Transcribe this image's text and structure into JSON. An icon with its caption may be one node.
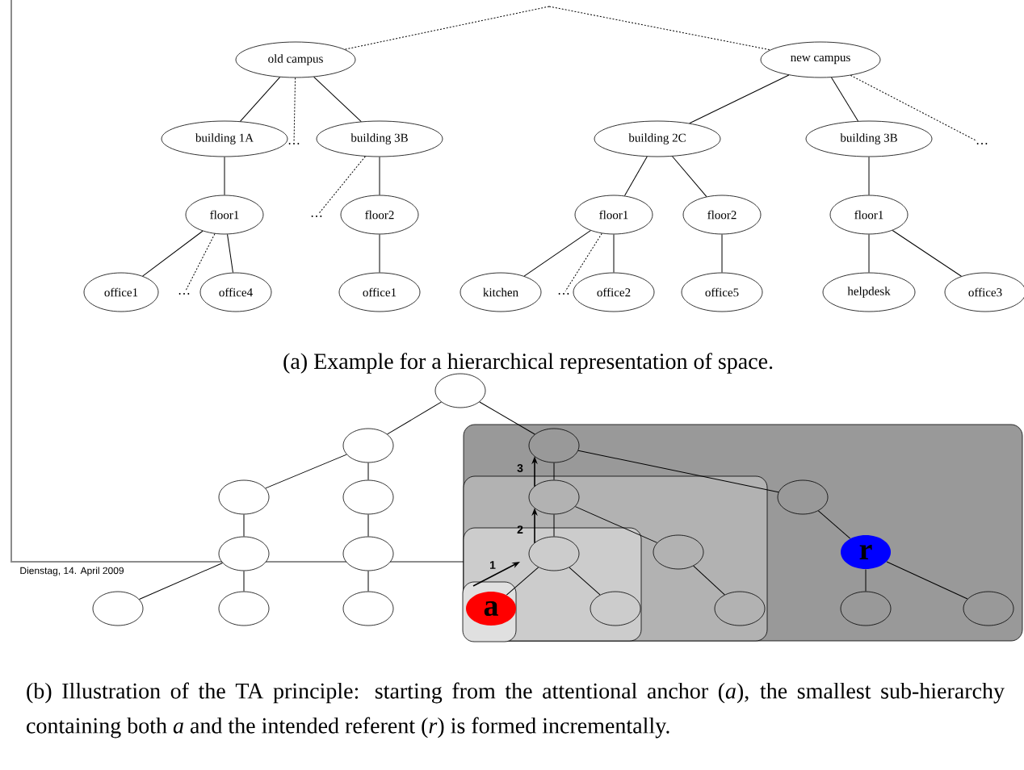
{
  "diagram": {
    "nodes": [
      {
        "text": [
          "old campus"
        ]
      },
      {
        "text": [
          "new campus"
        ]
      },
      {
        "text": [
          "building 1A"
        ]
      },
      {
        "text": [
          "…"
        ]
      },
      {
        "text": [
          "building 3B"
        ]
      },
      {
        "text": [
          "building 2C"
        ]
      },
      {
        "text": [
          "building 3B"
        ]
      },
      {
        "text": [
          "…"
        ]
      },
      {
        "text": [
          "floor1"
        ]
      },
      {
        "text": [
          "…"
        ]
      },
      {
        "text": [
          "floor2"
        ]
      },
      {
        "text": [
          "floor1"
        ]
      },
      {
        "text": [
          "floor2"
        ]
      },
      {
        "text": [
          "floor1"
        ]
      },
      {
        "text": [
          "office1"
        ]
      },
      {
        "text": [
          "…"
        ]
      },
      {
        "text": [
          "office4"
        ]
      },
      {
        "text": [
          "office1"
        ]
      },
      {
        "text": [
          "kitchen"
        ]
      },
      {
        "text": [
          "…"
        ]
      },
      {
        "text": [
          "office2"
        ]
      },
      {
        "text": [
          "office5"
        ]
      },
      {
        "text": [
          "helpdesk"
        ]
      },
      {
        "text": [
          "office3"
        ]
      },
      {
        "text": [],
        "shape": "ellipse"
      },
      {
        "text": [],
        "shape": "ellipse"
      },
      {
        "text": [],
        "shape": "box"
      },
      {
        "text": [],
        "shape": "ellipse",
        "in": 26
      },
      {
        "text": [],
        "shape": "ellipse"
      },
      {
        "text": [],
        "shape": "ellipse"
      },
      {
        "text": [],
        "shape": "box",
        "in": 26
      },
      {
        "text": [],
        "shape": "ellipse",
        "in": 30
      },
      {
        "text": [],
        "shape": "ellipse",
        "in": 26
      },
      {
        "text": [],
        "shape": "ellipse"
      },
      {
        "text": [],
        "shape": "ellipse"
      },
      {
        "text": [],
        "shape": "box",
        "in": 30
      },
      {
        "text": [],
        "shape": "ellipse",
        "in": 35
      },
      {
        "text": [],
        "shape": "ellipse",
        "in": 30
      },
      {
        "text": [
          "r"
        ],
        "in": 26
      },
      {
        "text": [],
        "shape": "ellipse"
      },
      {
        "text": [],
        "shape": "ellipse"
      },
      {
        "text": [],
        "shape": "ellipse"
      },
      {
        "text": [],
        "shape": "box",
        "in": 35
      },
      {
        "text": [
          "a"
        ],
        "in": 42
      },
      {
        "text": [],
        "shape": "ellipse",
        "in": 35
      },
      {
        "text": [],
        "shape": "ellipse",
        "in": 30
      },
      {
        "text": [],
        "shape": "ellipse",
        "in": 26
      },
      {
        "text": [],
        "shape": "ellipse",
        "in": 26
      }
    ],
    "edges": [
      {
        "from": null,
        "to": 0,
        "arrow": "none",
        "style": "dashed"
      },
      {
        "from": null,
        "to": 1,
        "arrow": "none",
        "style": "dashed"
      },
      {
        "from": 0,
        "to": 2,
        "arrow": "none"
      },
      {
        "from": 0,
        "to": 3,
        "arrow": "none",
        "style": "dashed"
      },
      {
        "from": 0,
        "to": 4,
        "arrow": "none"
      },
      {
        "from": 1,
        "to": 5,
        "arrow": "none"
      },
      {
        "from": 1,
        "to": 6,
        "arrow": "none"
      },
      {
        "from": 1,
        "to": 7,
        "arrow": "none",
        "style": "dashed"
      },
      {
        "from": 2,
        "to": 8,
        "arrow": "none"
      },
      {
        "from": 4,
        "to": 9,
        "arrow": "none",
        "style": "dashed"
      },
      {
        "from": 4,
        "to": 10,
        "arrow": "none"
      },
      {
        "from": 5,
        "to": 11,
        "arrow": "none"
      },
      {
        "from": 5,
        "to": 12,
        "arrow": "none"
      },
      {
        "from": 6,
        "to": 13,
        "arrow": "none"
      },
      {
        "from": 8,
        "to": 14,
        "arrow": "none"
      },
      {
        "from": 8,
        "to": 15,
        "arrow": "none",
        "style": "dashed"
      },
      {
        "from": 8,
        "to": 16,
        "arrow": "none"
      },
      {
        "from": 10,
        "to": 17,
        "arrow": "none"
      },
      {
        "from": 11,
        "to": 18,
        "arrow": "none"
      },
      {
        "from": 11,
        "to": 19,
        "arrow": "none",
        "style": "dashed"
      },
      {
        "from": 11,
        "to": 20,
        "arrow": "none"
      },
      {
        "from": 12,
        "to": 21,
        "arrow": "none"
      },
      {
        "from": 13,
        "to": 22,
        "arrow": "none"
      },
      {
        "from": 13,
        "to": 23,
        "arrow": "none"
      },
      {
        "from": 24,
        "to": 25,
        "arrow": "none"
      },
      {
        "from": 24,
        "to": 27,
        "arrow": "none"
      },
      {
        "from": 25,
        "to": 28,
        "arrow": "none"
      },
      {
        "from": 25,
        "to": 29,
        "arrow": "none"
      },
      {
        "from": 28,
        "to": 33,
        "arrow": "none"
      },
      {
        "from": 29,
        "to": 34,
        "arrow": "none"
      },
      {
        "from": 27,
        "to": 31,
        "arrow": "none"
      },
      {
        "from": 27,
        "to": 32,
        "arrow": "none"
      },
      {
        "from": 31,
        "to": 36,
        "arrow": "none"
      },
      {
        "from": 31,
        "to": 37,
        "arrow": "none"
      },
      {
        "from": 32,
        "to": 38,
        "arrow": "none"
      },
      {
        "from": 33,
        "to": 39,
        "arrow": "none"
      },
      {
        "from": 33,
        "to": 40,
        "arrow": "none"
      },
      {
        "from": 34,
        "to": 41,
        "arrow": "none"
      },
      {
        "from": 36,
        "to": 43,
        "arrow": "none"
      },
      {
        "from": 36,
        "to": 44,
        "arrow": "none"
      },
      {
        "from": 37,
        "to": 45,
        "arrow": "none"
      },
      {
        "from": 38,
        "to": 46,
        "arrow": "none"
      },
      {
        "from": 38,
        "to": 47,
        "arrow": "none"
      },
      {
        "from": 43,
        "to": 36,
        "arrow": "to",
        "label": "1"
      },
      {
        "from": 36,
        "to": 31,
        "arrow": "to",
        "label": "2"
      },
      {
        "from": 31,
        "to": 27,
        "arrow": "to",
        "label": "3"
      }
    ],
    "labels": [
      "(a) Example for a hierarchical representation of space.",
      "Dienstag, 14. April 2009",
      "(b) Illustration of the TA principle: starting from the attentional anchor (*a*), the smallest sub-hierarchy containing both *a* and the intended referent (*r*) is formed incrementally."
    ]
  }
}
